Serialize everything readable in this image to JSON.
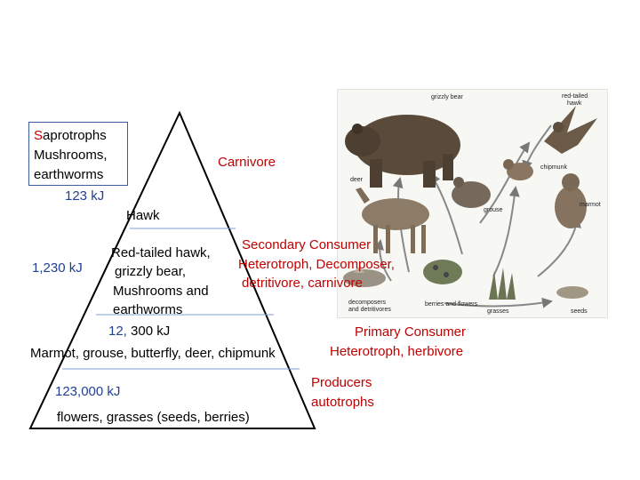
{
  "saprotrophs": {
    "line1_first": "S",
    "line1_rest": "aprotrophs",
    "line2": "Mushrooms,",
    "line3": "earthworms",
    "energy": "123 kJ"
  },
  "levels": [
    {
      "key": "top",
      "label": "Hawk"
    },
    {
      "key": "third",
      "energy": "1,230 kJ",
      "lines": [
        "Red-tailed hawk,",
        "grizzly bear,",
        "Mushrooms and",
        "earthworms"
      ]
    },
    {
      "key": "second",
      "energy_prefix": "12,",
      "energy_rest": " 300 kJ",
      "label": "Marmot, grouse, butterfly, deer, chipmunk"
    },
    {
      "key": "base",
      "energy": "123,000 kJ",
      "label": "flowers, grasses (seeds, berries)"
    }
  ],
  "roles": {
    "carnivore": "Carnivore",
    "secondary": [
      "Secondary Consumer",
      "Heterotroph,  Decomposer,",
      "detritivore, carnivore"
    ],
    "primary": [
      "Primary Consumer",
      "Heterotroph, herbivore"
    ],
    "producers": [
      "Producers",
      "autotrophs"
    ]
  },
  "food_web_labels": {
    "grizzly_bear": "grizzly bear",
    "red_tailed_hawk": [
      "red-tailed",
      "hawk"
    ],
    "chipmunk": "chipmunk",
    "deer": "deer",
    "grouse": "grouse",
    "marmot": "marmot",
    "decomposers": [
      "decomposers",
      "and detritivores"
    ],
    "berries": "berries and flowers",
    "seeds": "seeds",
    "grasses": "grasses"
  },
  "colors": {
    "accent_red": "#c00000",
    "text_blue": "#1f3f8f",
    "pyramid_line": "#000000",
    "divider_line": "#7f9fd0"
  }
}
